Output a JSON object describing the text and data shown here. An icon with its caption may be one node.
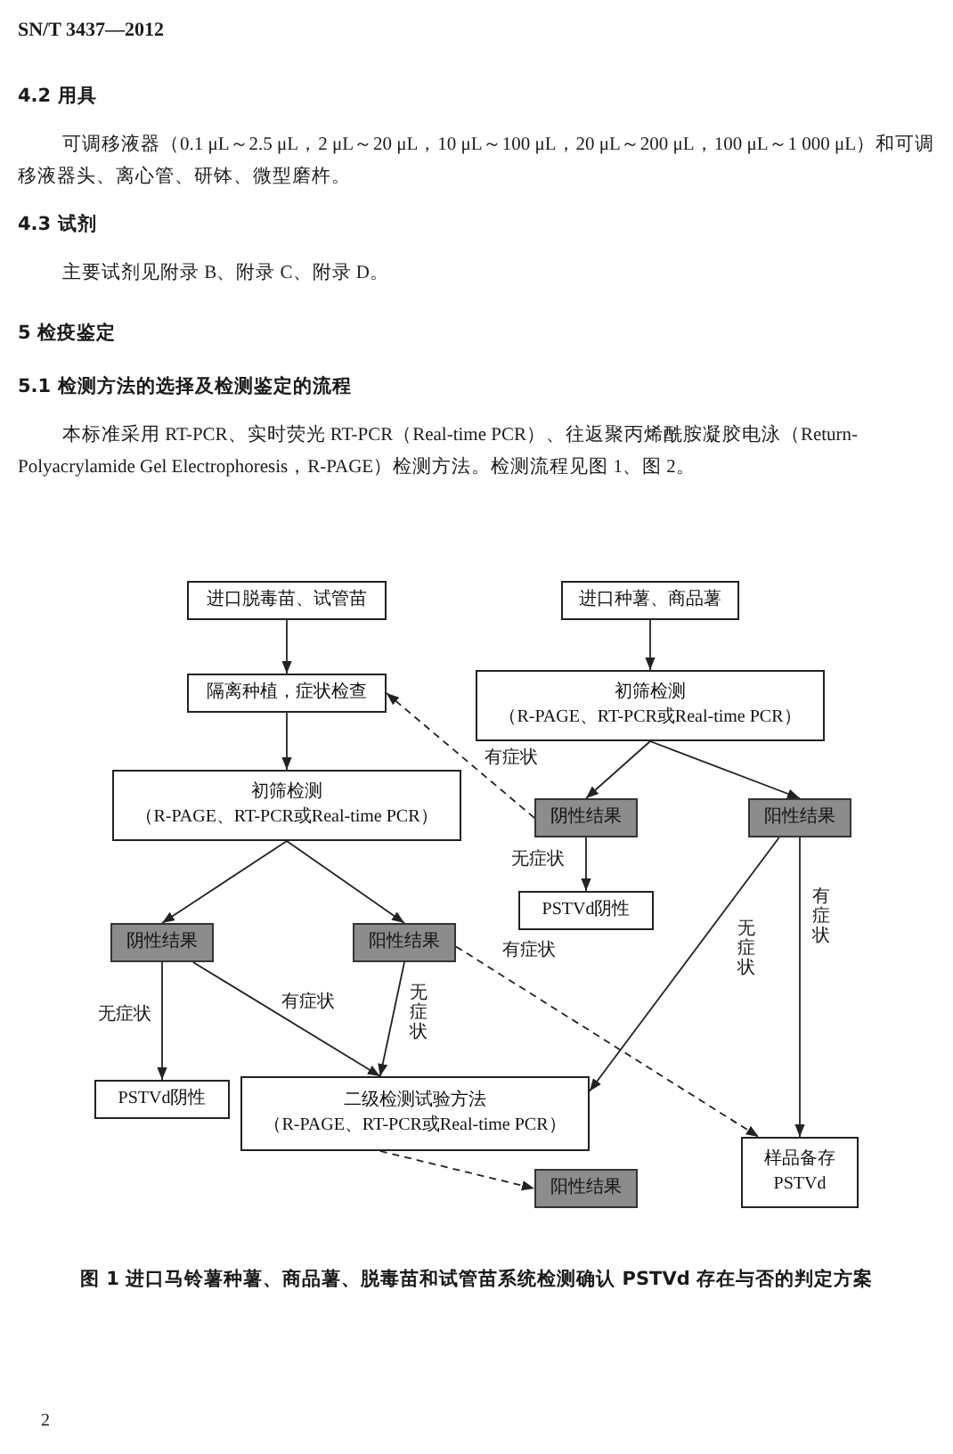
{
  "diagram": {
    "caption": "图 1 进口马铃薯种薯、商品薯、脱毒苗和试管苗系统检测确认 PSTVd 存在与否的判定方案",
    "nodes": [
      {
        "text": [
          "进口脱毒苗、试管苗"
        ]
      },
      {
        "text": [
          "进口种薯、商品薯"
        ]
      },
      {
        "text": [
          "隔离种植，症状检查"
        ]
      },
      {
        "text": [
          "初筛检测",
          "（R-PAGE、RT-PCR或Real-time PCR）"
        ]
      },
      {
        "text": [
          "初筛检测",
          "（R-PAGE、RT-PCR或Real-time PCR）"
        ]
      },
      {
        "text": [
          "阴性结果"
        ]
      },
      {
        "text": [
          "阳性结果"
        ]
      },
      {
        "text": [
          "PSTVd阴性"
        ]
      },
      {
        "text": [
          "阴性结果"
        ]
      },
      {
        "text": [
          "阳性结果"
        ]
      },
      {
        "text": [
          "PSTVd阴性"
        ]
      },
      {
        "text": [
          "二级检测试验方法",
          "（R-PAGE、RT-PCR或Real-time PCR）"
        ]
      },
      {
        "text": [
          "阳性结果"
        ]
      },
      {
        "text": [
          "样品备存",
          "PSTVd"
        ]
      }
    ],
    "edges": [
      {
        "from": 0,
        "to": 2,
        "arrow": "to"
      },
      {
        "from": 2,
        "to": 4,
        "arrow": "to"
      },
      {
        "from": 1,
        "to": 3,
        "arrow": "to"
      },
      {
        "from": 3,
        "to": 5,
        "arrow": "to"
      },
      {
        "from": 3,
        "to": 6,
        "arrow": "to"
      },
      {
        "from": 5,
        "to": 2,
        "arrow": "to",
        "label": "有症状",
        "style": "dashed"
      },
      {
        "from": 5,
        "to": 7,
        "arrow": "to",
        "label": "无症状"
      },
      {
        "from": 6,
        "to": 11,
        "arrow": "to",
        "label": "无症状"
      },
      {
        "from": 6,
        "to": 13,
        "arrow": "to",
        "label": "有症状"
      },
      {
        "from": 4,
        "to": 8,
        "arrow": "to"
      },
      {
        "from": 4,
        "to": 9,
        "arrow": "to"
      },
      {
        "from": 8,
        "to": 10,
        "arrow": "to",
        "label": "无症状"
      },
      {
        "from": 8,
        "to": 11,
        "arrow": "to",
        "label": "有症状"
      },
      {
        "from": 9,
        "to": 11,
        "arrow": "to",
        "label": "无症状"
      },
      {
        "from": 9,
        "to": 13,
        "arrow": "to",
        "label": "有症状",
        "style": "dashed"
      },
      {
        "from": 11,
        "to": 12,
        "arrow": "to",
        "style": "dashed"
      }
    ],
    "labels": [
      "SN/T 3437—2012",
      "4.2 用具",
      "可调移液器（0.1 μL～2.5 μL，2 μL～20 μL，10 μL～100 μL，20 μL～200 μL，100 μL～1 000 μL）和可调移液器头、离心管、研钵、微型磨杵。",
      "4.3 试剂",
      "主要试剂见附录 B、附录 C、附录 D。",
      "5 检疫鉴定",
      "5.1 检测方法的选择及检测鉴定的流程",
      "本标准采用 RT-PCR、实时荧光 RT-PCR（Real-time PCR）、往返聚丙烯酰胺凝胶电泳（Return-Polyacrylamide Gel Electrophoresis，R-PAGE）检测方法。检测流程见图 1、图 2。",
      "2"
    ]
  }
}
